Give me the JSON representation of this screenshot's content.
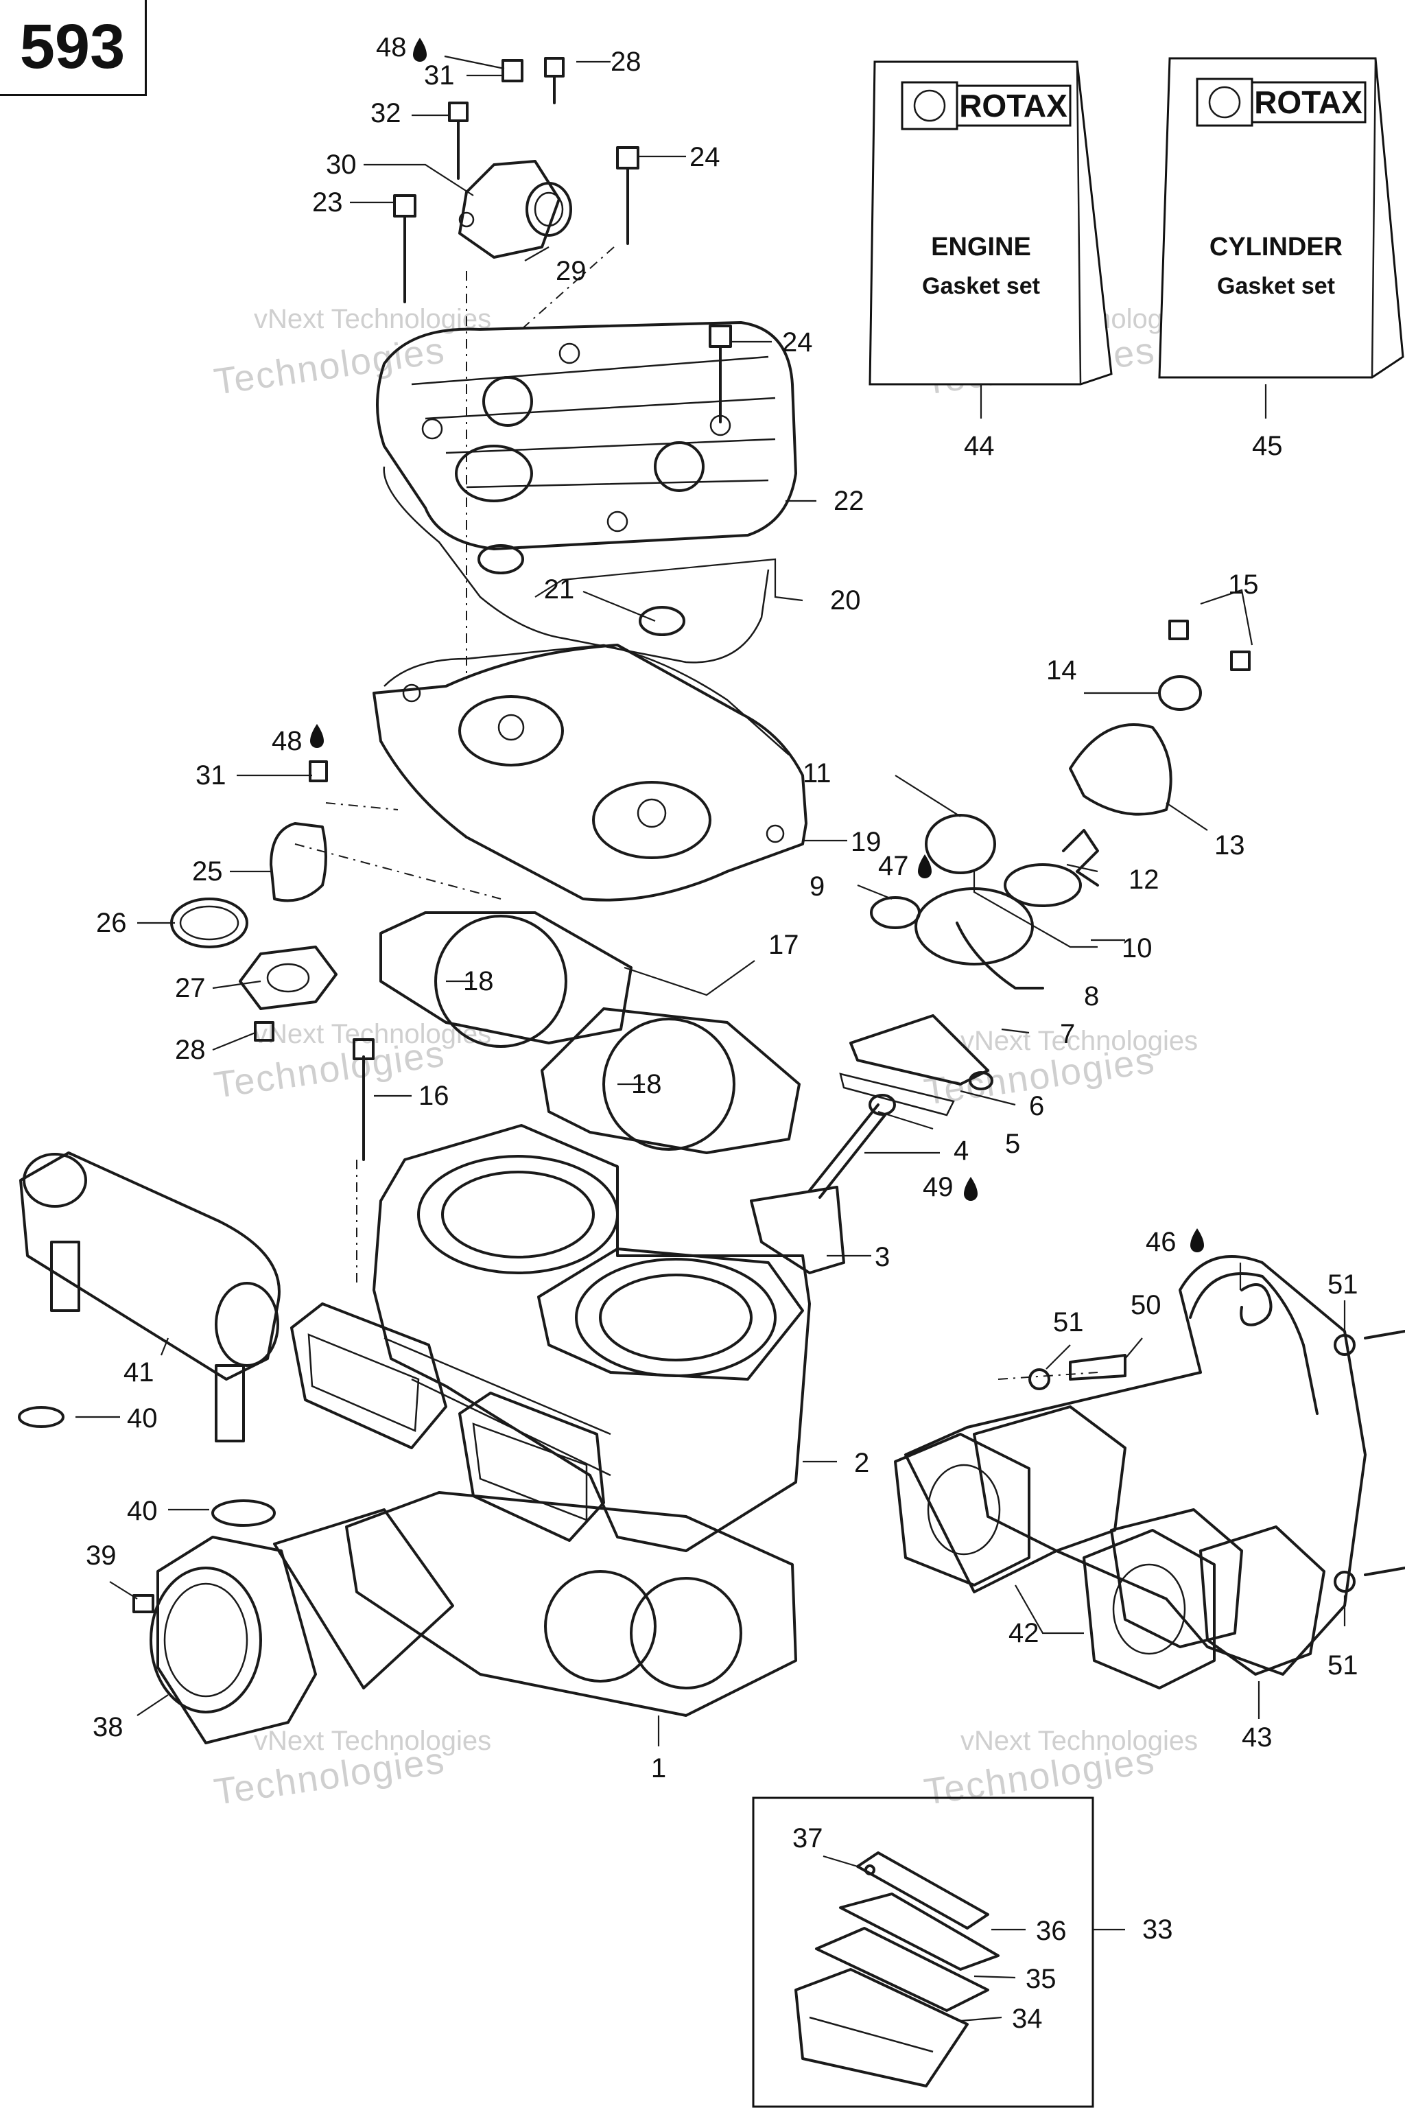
{
  "page_number": "593",
  "kits": [
    {
      "brand": "ROTAX",
      "line1": "ENGINE",
      "line2": "Gasket set",
      "callout": "44"
    },
    {
      "brand": "ROTAX",
      "line1": "CYLINDER",
      "line2": "Gasket set",
      "callout": "45"
    }
  ],
  "watermark": {
    "line1": "vNext Technologies",
    "line2": "Technologies"
  },
  "callouts": [
    "1",
    "2",
    "3",
    "4",
    "5",
    "6",
    "7",
    "8",
    "9",
    "10",
    "11",
    "12",
    "13",
    "14",
    "15",
    "16",
    "17",
    "18",
    "19",
    "20",
    "21",
    "22",
    "23",
    "24",
    "25",
    "26",
    "27",
    "28",
    "29",
    "30",
    "31",
    "32",
    "33",
    "34",
    "35",
    "36",
    "37",
    "38",
    "39",
    "40",
    "41",
    "42",
    "43",
    "44",
    "45",
    "46",
    "47",
    "48",
    "49",
    "50",
    "51"
  ],
  "icons": {
    "lubricant": "drop-icon"
  }
}
